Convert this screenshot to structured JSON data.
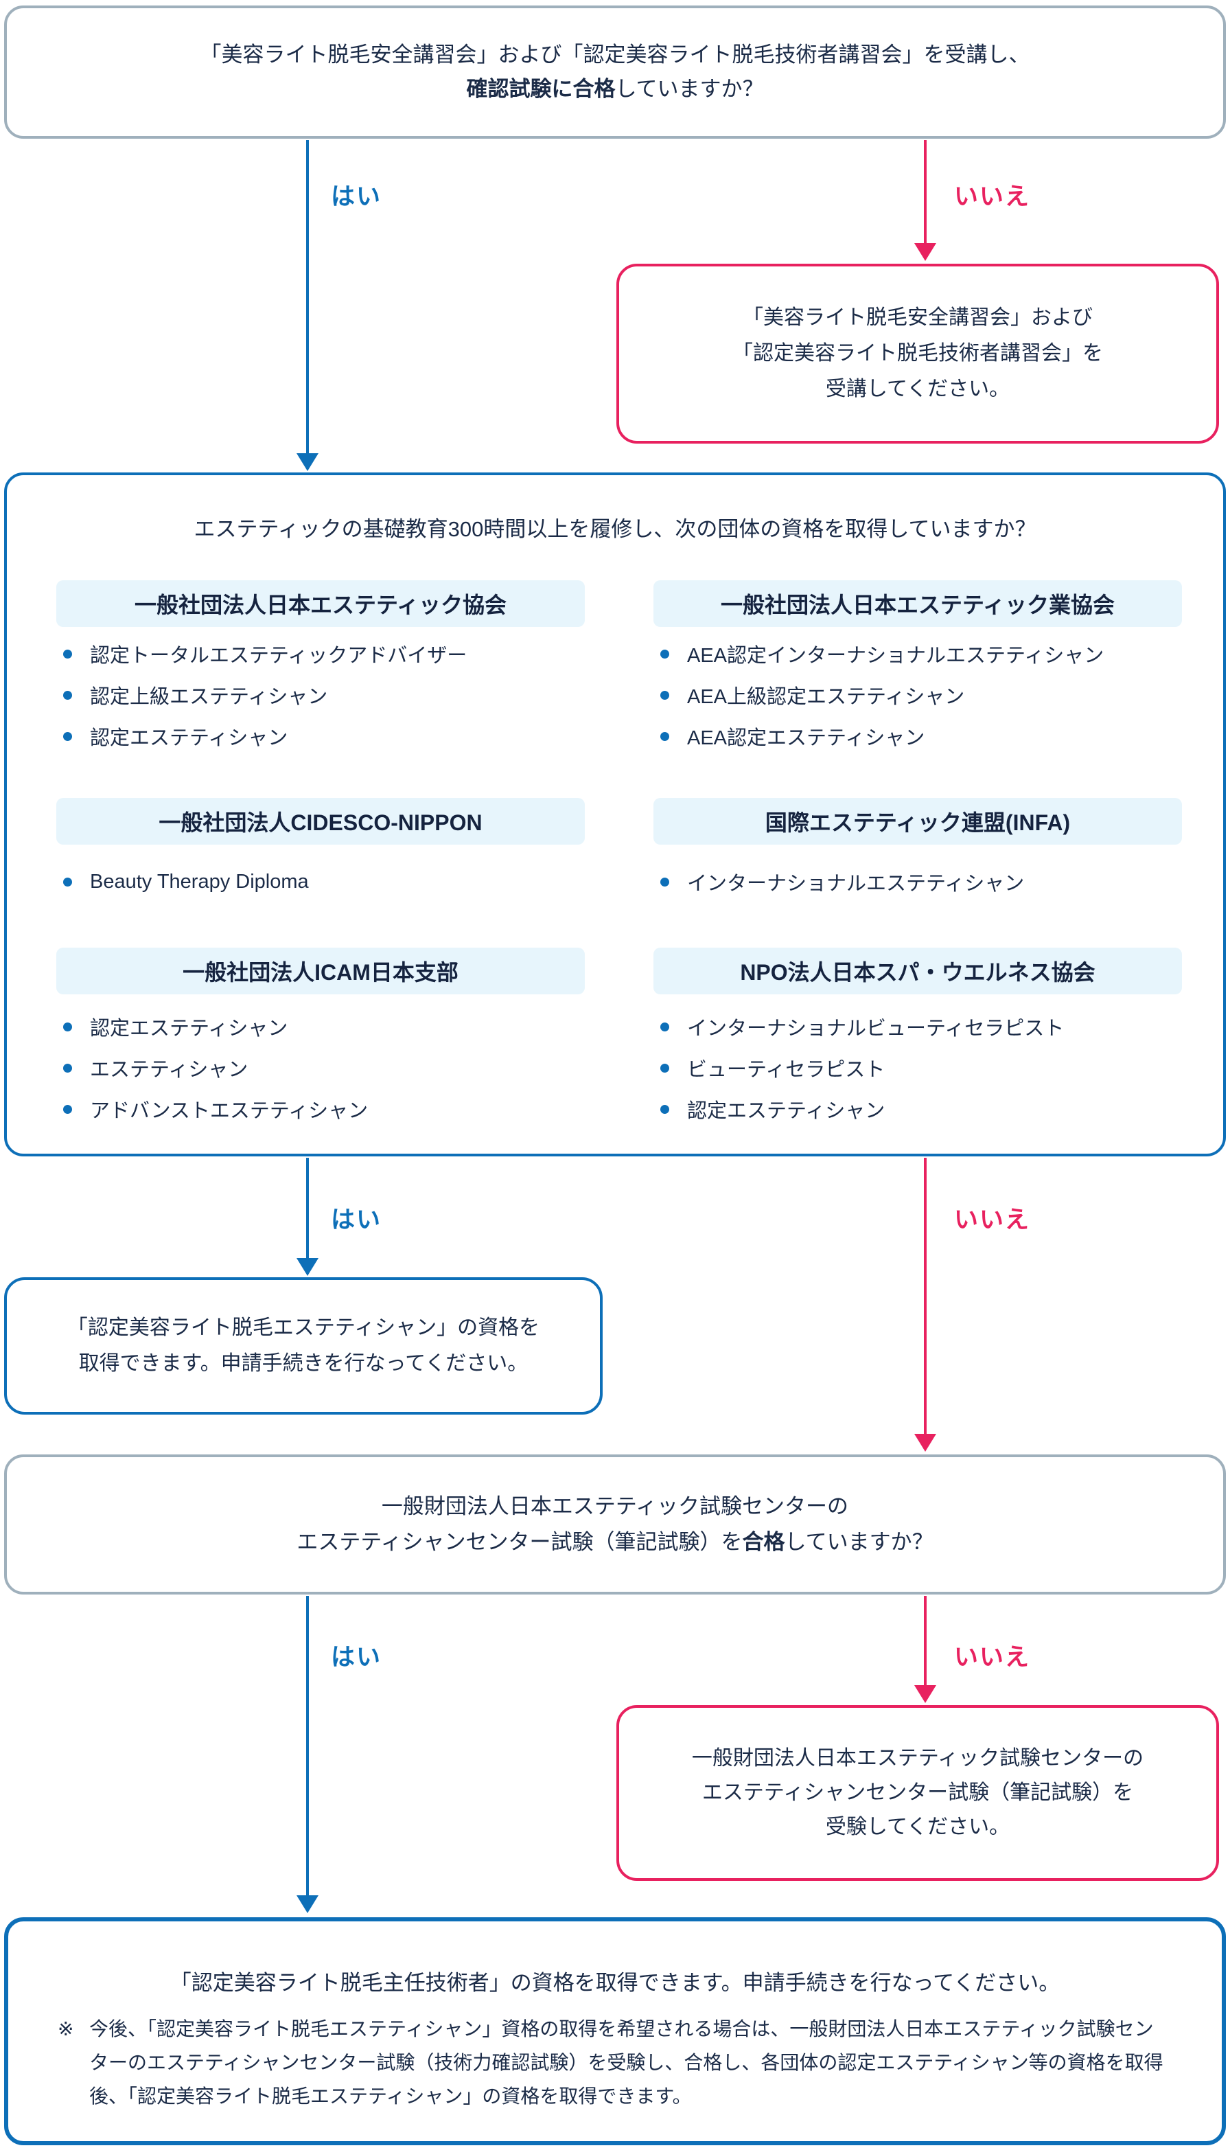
{
  "palette": {
    "blue": "#0d6fb8",
    "pink": "#e8215f",
    "gray_border": "#9fb0bc",
    "navy_text": "#1b2b47",
    "chip_bg": "#e7f5fc"
  },
  "labels": {
    "yes": "はい",
    "no": "いいえ"
  },
  "q1": {
    "line1": "「美容ライト脱毛安全講習会」および「認定美容ライト脱毛技術者講習会」を受講し、",
    "line2_bold": "確認試験に合格",
    "line2_rest": "していますか？"
  },
  "remedial1": {
    "line1": "「美容ライト脱毛安全講習会」および",
    "line2": "「認定美容ライト脱毛技術者講習会」を",
    "line3": "受講してください。"
  },
  "q2": {
    "title": "エステティックの基礎教育300時間以上を履修し、次の団体の資格を取得していますか？",
    "groups": [
      {
        "name": "一般社団法人日本エステティック協会",
        "items": [
          "認定トータルエステティックアドバイザー",
          "認定上級エステティシャン",
          "認定エステティシャン"
        ]
      },
      {
        "name": "一般社団法人日本エステティック業協会",
        "items": [
          "AEA認定インターナショナルエステティシャン",
          "AEA上級認定エステティシャン",
          "AEA認定エステティシャン"
        ]
      },
      {
        "name": "一般社団法人CIDESCO-NIPPON",
        "items": [
          "Beauty Therapy Diploma"
        ]
      },
      {
        "name": "国際エステティック連盟(INFA)",
        "items": [
          "インターナショナルエステティシャン"
        ]
      },
      {
        "name": "一般社団法人ICAM日本支部",
        "items": [
          "認定エステティシャン",
          "エステティシャン",
          "アドバンストエステティシャン"
        ]
      },
      {
        "name": "NPO法人日本スパ・ウエルネス協会",
        "items": [
          "インターナショナルビューティセラピスト",
          "ビューティセラピスト",
          "認定エステティシャン"
        ]
      }
    ]
  },
  "result1": {
    "line1": "「認定美容ライト脱毛エステティシャン」の資格を",
    "line2": "取得できます。申請手続きを行なってください。"
  },
  "q3": {
    "line1": "一般財団法人日本エステティック試験センターの",
    "line2_pre": "エステティシャンセンター試験（筆記試験）を",
    "line2_bold": "合格",
    "line2_rest": "していますか？"
  },
  "remedial2": {
    "line1": "一般財団法人日本エステティック試験センターの",
    "line2": "エステティシャンセンター試験（筆記試験）を",
    "line3": "受験してください。"
  },
  "final": {
    "title": "「認定美容ライト脱毛主任技術者」の資格を取得できます。申請手続きを行なってください。",
    "note_marker": "※",
    "note_line1": "今後、「認定美容ライト脱毛エステティシャン」資格の取得を希望される場合は、一般財団法人日本エステティック試験セン",
    "note_line2": "ターのエステティシャンセンター試験（技術力確認試験）を受験し、合格し、各団体の認定エステティシャン等の資格を取得",
    "note_line3": "後、「認定美容ライト脱毛エステティシャン」の資格を取得できます。"
  }
}
